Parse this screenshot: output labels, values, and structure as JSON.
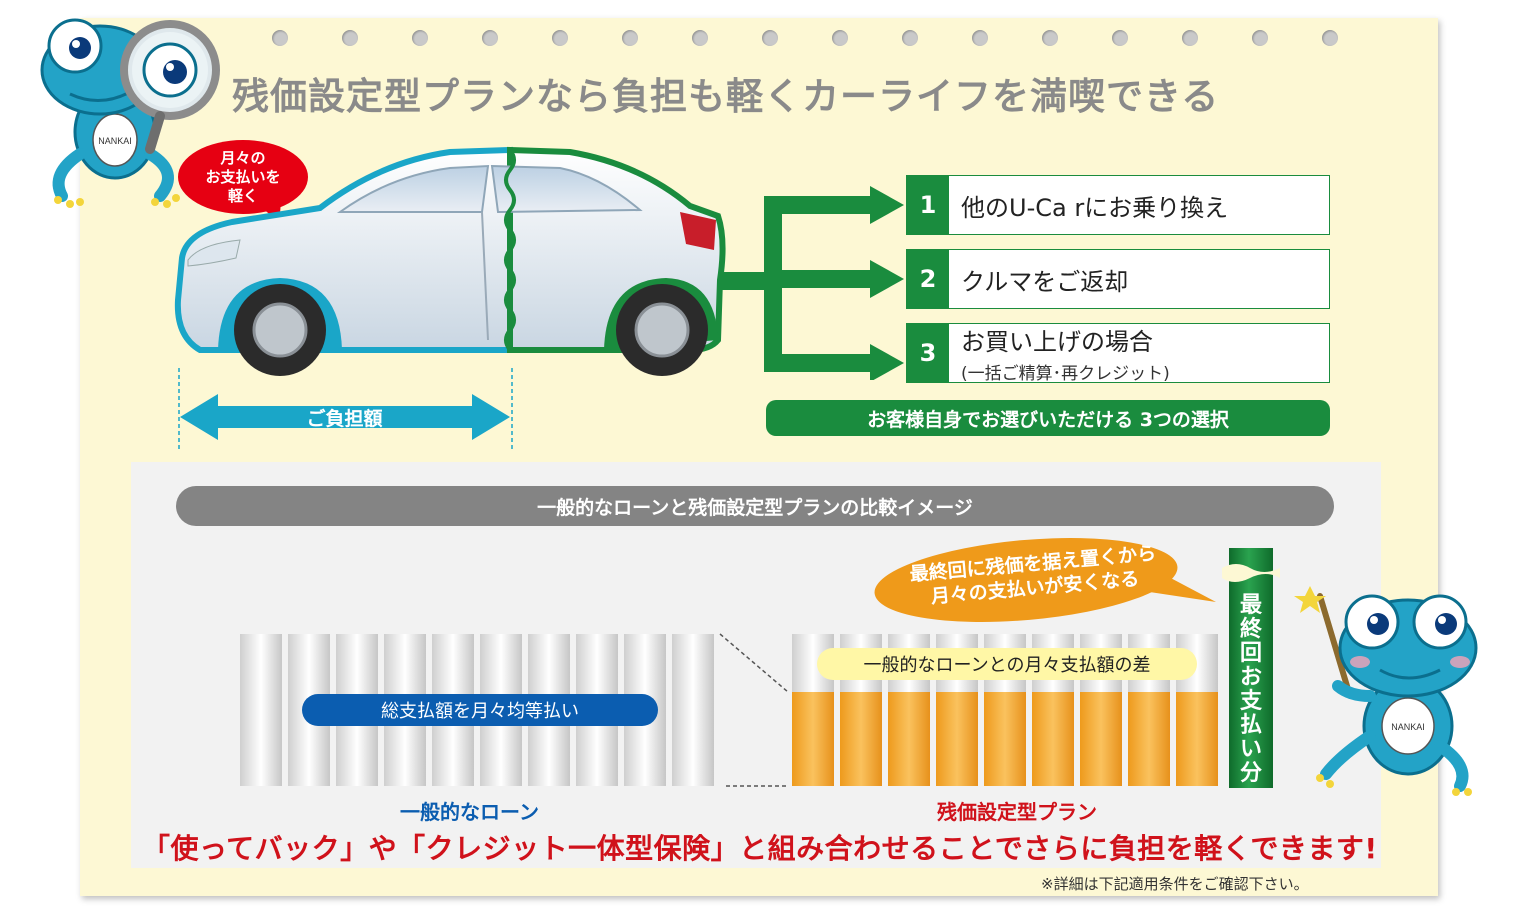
{
  "title": "残価設定型プランなら負担も軽くカーライフを満喫できる",
  "bubble_red": {
    "lines": [
      "月々の",
      "お支払いを",
      "軽く"
    ]
  },
  "burden_label": "ご負担額",
  "mascot_badge": "NANKAI",
  "options": [
    {
      "num": "1",
      "label": "他のU-Ca rにお乗り換え"
    },
    {
      "num": "2",
      "label": "クルマをご返却"
    },
    {
      "num": "3",
      "label": "お買い上げの場合",
      "sub": "(一括ご精算･再クレジット)"
    }
  ],
  "options_caption": "お客様自身でお選びいただける 3つの選択",
  "comparison_title": "一般的なローンと残価設定型プランの比較イメージ",
  "loan": {
    "caption": "総支払額を月々均等払い",
    "label": "一般的なローン"
  },
  "residual": {
    "diff_caption": "一般的なローンとの月々支払額の差",
    "bubble_lines": [
      "最終回に残価を据え置くから",
      "月々の支払いが安くなる"
    ],
    "final_payment_chars": [
      "最",
      "終",
      "回",
      "お",
      "支",
      "払",
      "い",
      "分"
    ],
    "label": "残価設定型プラン"
  },
  "bottom_message": "「使ってバック」や「クレジット一体型保険」と組み合わせることでさらに負担を軽くできます!",
  "note": "※詳細は下記適用条件をご確認下さい。",
  "colors": {
    "green": "#1a8c3e",
    "red": "#e60012",
    "blue": "#0b5db0",
    "orange": "#ef9a1a",
    "cyan": "#1aa6c8"
  }
}
